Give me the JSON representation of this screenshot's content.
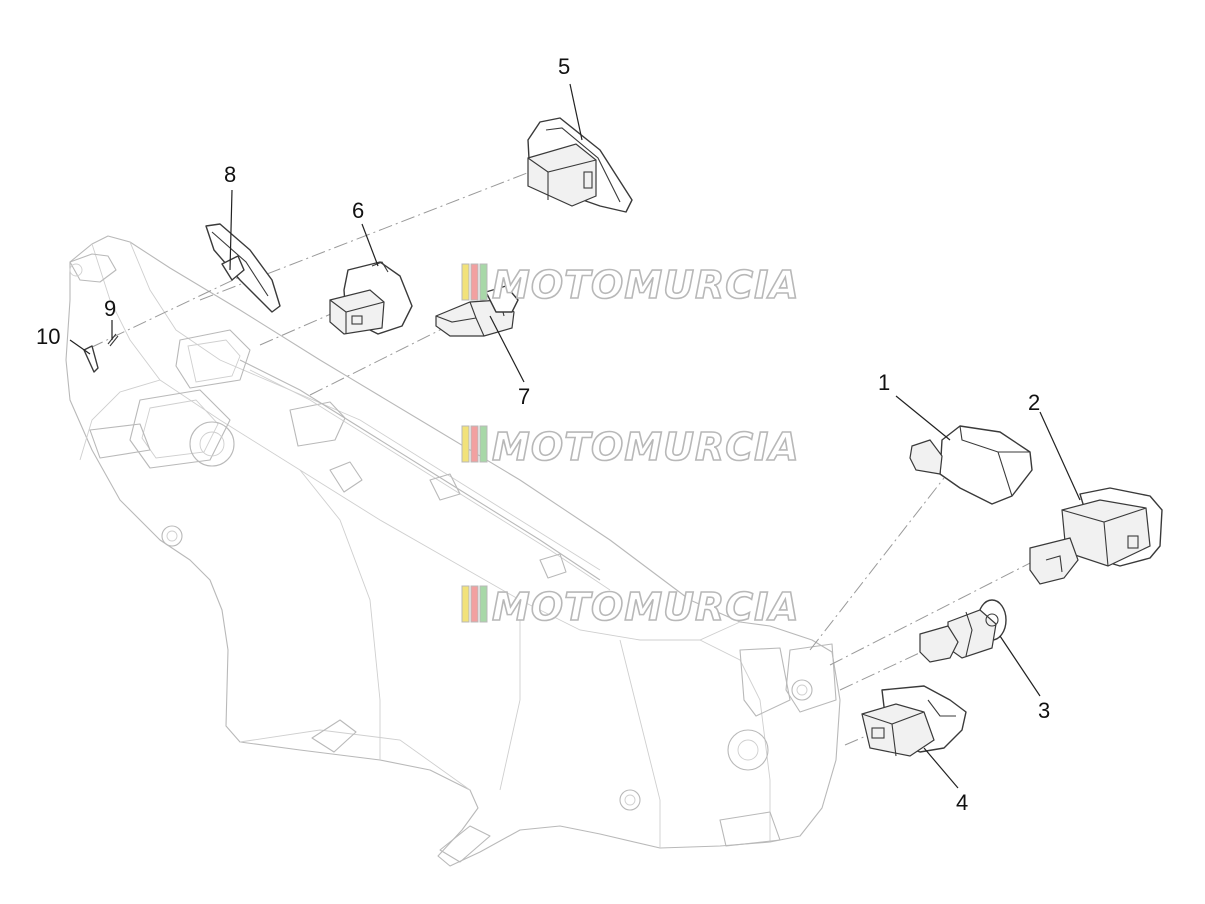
{
  "diagram": {
    "callouts": [
      {
        "id": "1",
        "label": "1"
      },
      {
        "id": "2",
        "label": "2"
      },
      {
        "id": "3",
        "label": "3"
      },
      {
        "id": "4",
        "label": "4"
      },
      {
        "id": "5",
        "label": "5"
      },
      {
        "id": "6",
        "label": "6"
      },
      {
        "id": "7",
        "label": "7"
      },
      {
        "id": "8",
        "label": "8"
      },
      {
        "id": "9",
        "label": "9"
      },
      {
        "id": "10",
        "label": "10"
      }
    ]
  },
  "watermark": {
    "text": "MOTOMURCIA",
    "flag_colors": [
      "#f2e27a",
      "#f2a0a0",
      "#a8d8a8"
    ],
    "outline_color": "#b8b8b8"
  },
  "colors": {
    "housing_outline": "#b9b9b9",
    "part_outline": "#3a3a3a",
    "dash_line": "#9a9a9a"
  }
}
